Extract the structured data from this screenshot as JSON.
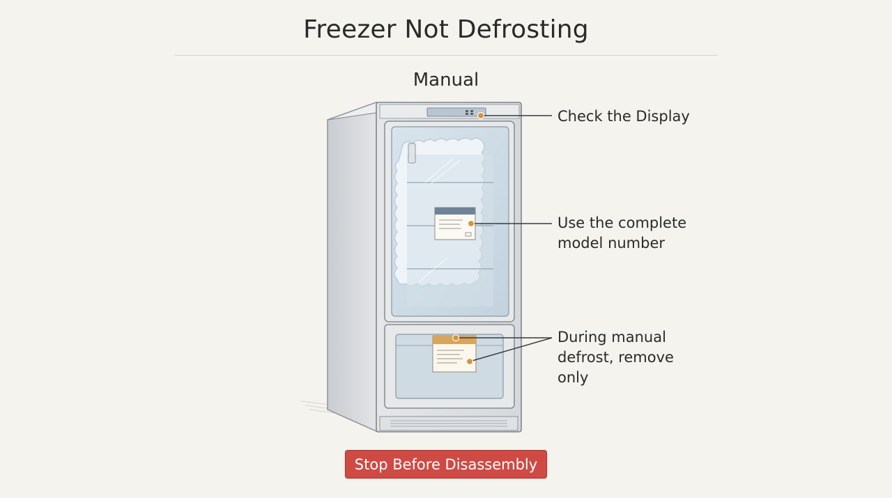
{
  "header": {
    "title": "Freezer Not Defrosting",
    "subtitle": "Manual"
  },
  "callouts": [
    {
      "label": "Check the Display"
    },
    {
      "label": "Use the complete\nmodel number"
    },
    {
      "label": "During manual\ndefrost, remove\nonly"
    }
  ],
  "action": {
    "stop_label": "Stop Before Disassembly"
  },
  "colors": {
    "accent_dot": "#d9923a",
    "stop_button": "#cf4a44",
    "frost": "#e8f1f7"
  }
}
